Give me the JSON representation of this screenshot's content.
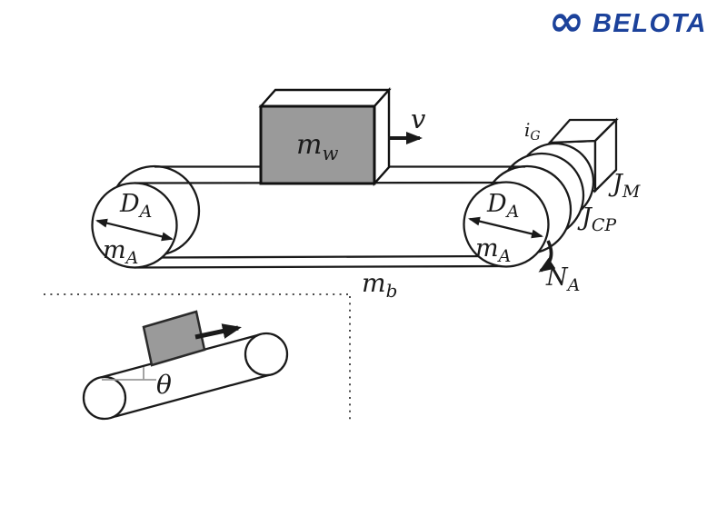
{
  "logo": {
    "symbol": "∞",
    "brand": "BELOTA",
    "color": "#1c429b"
  },
  "diagram": {
    "title": "conveyor-belt-drive-system",
    "labels": {
      "workpiece_mass": {
        "base": "m",
        "sub": "w"
      },
      "belt_velocity": {
        "base": "v",
        "sub": ""
      },
      "pulley_diameter": {
        "base": "D",
        "sub": "A"
      },
      "pulley_mass": {
        "base": "m",
        "sub": "A"
      },
      "belt_mass": {
        "base": "m",
        "sub": "b"
      },
      "gear_ratio": {
        "base": "i",
        "sub": "G"
      },
      "motor_inertia": {
        "base": "J",
        "sub": "M"
      },
      "coupling_inertia": {
        "base": "J",
        "sub": "CP"
      },
      "pulley_speed": {
        "base": "N",
        "sub": "A"
      },
      "incline_angle": {
        "base": "θ",
        "sub": ""
      }
    },
    "colors": {
      "line": "#1a1a1a",
      "block_fill": "#9a9a9a",
      "angle_guide": "#999999"
    }
  }
}
